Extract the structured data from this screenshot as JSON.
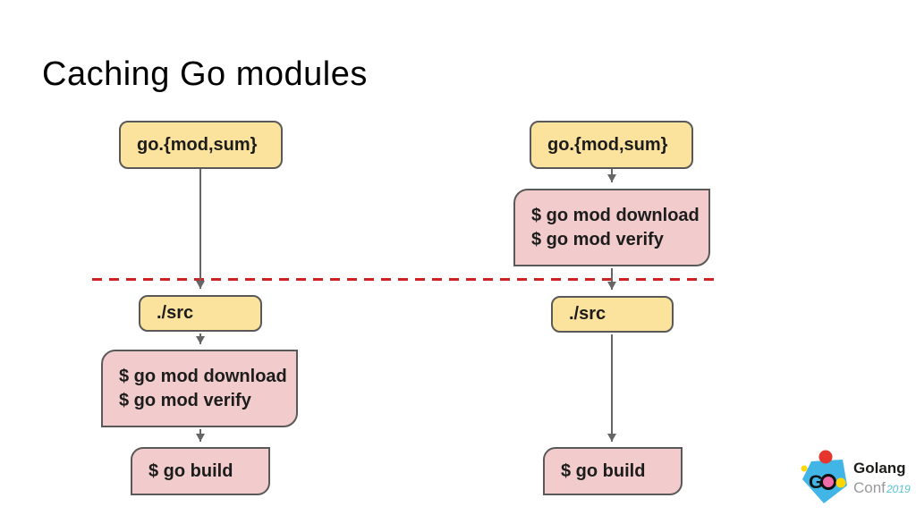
{
  "slide": {
    "title": "Caching Go modules"
  },
  "colors": {
    "yellow_fill": "#fbe29d",
    "pink_fill": "#f2cccc",
    "box_border": "#595959",
    "box_text": "#1c1c1c",
    "arrow": "#666666",
    "dashed_line": "#cc2222",
    "title_text": "#000000",
    "background": "#ffffff",
    "logo_blue": "#41b6e6",
    "logo_red": "#e5352c",
    "logo_pink": "#f06ba8",
    "logo_yellow": "#ffd503",
    "logo_text_dark": "#1d1d1b",
    "logo_text_gray": "#98999b",
    "logo_year_teal": "#57c1d5"
  },
  "diagram": {
    "left": {
      "gomod_label": "go.{mod,sum}",
      "src_label": "./src",
      "cmd_line1": "$ go mod download",
      "cmd_line2": "$ go mod verify",
      "build_label": "$ go build"
    },
    "right": {
      "gomod_label": "go.{mod,sum}",
      "cmd_line1": "$ go mod download",
      "cmd_line2": "$ go mod verify",
      "src_label": "./src",
      "build_label": "$ go build"
    }
  },
  "logo": {
    "mark_letter": "G",
    "brand_top": "Golang",
    "brand_bottom": "Conf",
    "year": "2019"
  }
}
